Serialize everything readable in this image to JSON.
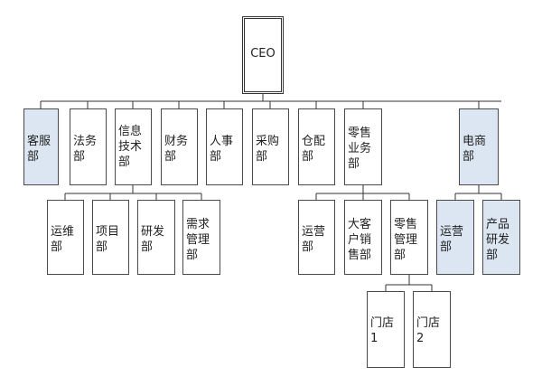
{
  "nodes": {
    "ceo": "CEO",
    "kefu": "客服部",
    "fawu": "法务部",
    "xinxi": "信息技术部",
    "caiwu": "财务部",
    "renshi": "人事部",
    "caigou": "采购部",
    "cangpei": "仓配部",
    "lingshou": "零售业务部",
    "dianshang": "电商部",
    "yunwei": "运维部",
    "xiangmu": "项目部",
    "yanfa": "研发部",
    "xuqiu": "需求管理部",
    "yunying1": "运营部",
    "dakehu": "大客户销售部",
    "lingshouguanli": "零售管理部",
    "yunying2": "运营部",
    "chanpin": "产品研发部",
    "mendian1": "门店1",
    "mendian2": "门店2"
  },
  "colors": {
    "highlight_fill": "#dce6f2",
    "border": "#4a4a4a",
    "line": "#333333"
  }
}
